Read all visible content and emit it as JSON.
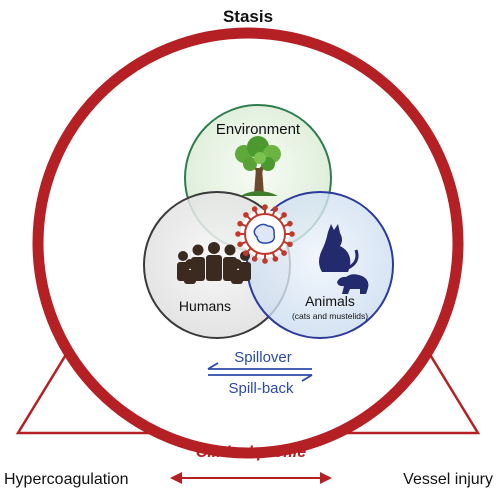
{
  "title": "Stasis",
  "circles": {
    "environment": {
      "label": "Environment"
    },
    "humans": {
      "label": "Humans"
    },
    "animals": {
      "label": "Animals",
      "sublabel": "(cats and mustelids)"
    }
  },
  "transmission": {
    "forward": "Spillover",
    "backward": "Spill-back"
  },
  "bottom": {
    "center": "Clinical profile",
    "left": "Hypercoagulation",
    "right": "Vessel injury"
  },
  "colors": {
    "ring": "#b52025",
    "environment": "#2e7d4f",
    "humans": "#3a3a3a",
    "animals": "#2b3a9c",
    "arrow_blue": "#2b4aa8",
    "virus": "#c0392b"
  },
  "icons": [
    "tree-icon",
    "people-icon",
    "cat-icon",
    "ferret-icon",
    "virus-icon"
  ]
}
